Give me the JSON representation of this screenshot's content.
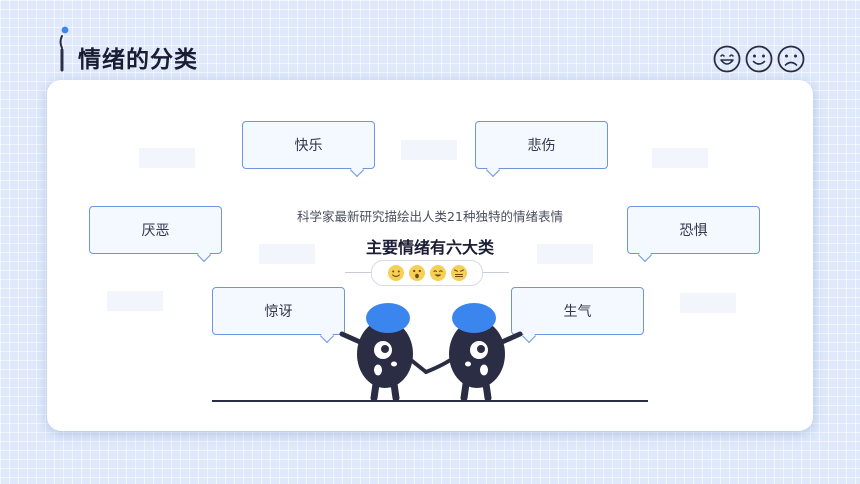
{
  "page": {
    "title": "情绪的分类"
  },
  "center": {
    "subtitle": "科学家最新研究描绘出人类21种独特的情绪表情",
    "headline": "主要情绪有六大类"
  },
  "emotions": {
    "happy": "快乐",
    "sad": "悲伤",
    "disgust": "厌恶",
    "fear": "恐惧",
    "surprise": "惊讶",
    "anger": "生气"
  },
  "colors": {
    "accent": "#3a86ee",
    "dark": "#2b2d45",
    "bubble_border": "#6f95dc",
    "emoji": "#f6cf57"
  },
  "icons": {
    "header_faces": [
      "laughing-face-icon",
      "smiling-face-icon",
      "sad-face-icon"
    ],
    "center_emojis": [
      "smiley-emoji-icon",
      "surprised-emoji-icon",
      "happy-emoji-icon",
      "angry-emoji-icon"
    ]
  }
}
